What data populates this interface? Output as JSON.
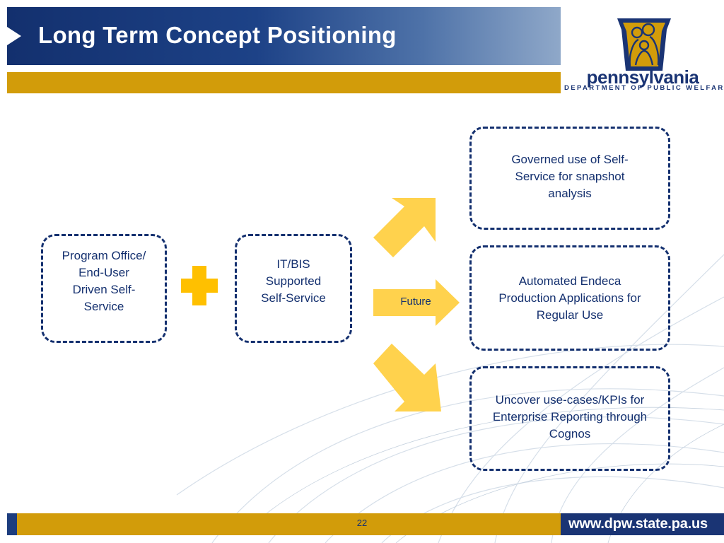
{
  "header": {
    "title": "Long Term Concept Positioning"
  },
  "logo": {
    "name": "pennsylvania",
    "department": "DEPARTMENT OF PUBLIC WELFARE"
  },
  "diagram": {
    "left_boxes": [
      {
        "text": "Program Office/\nEnd-User\nDriven Self-\nService"
      },
      {
        "text": "IT/BIS\nSupported\nSelf-Service"
      }
    ],
    "arrow_label": "Future",
    "outcome_boxes": [
      {
        "text": "Governed use of Self-\nService for snapshot\nanalysis"
      },
      {
        "text": "Automated Endeca\nProduction Applications for\nRegular Use"
      },
      {
        "text": "Uncover use-cases/KPIs for\nEnterprise Reporting through\nCognos"
      }
    ]
  },
  "footer": {
    "page_number": "22",
    "url": "www.dpw.state.pa.us"
  },
  "colors": {
    "navy": "#14306f",
    "gold": "#d29c0a",
    "arrow_yellow": "#ffd24d",
    "plus_yellow": "#ffc000"
  }
}
